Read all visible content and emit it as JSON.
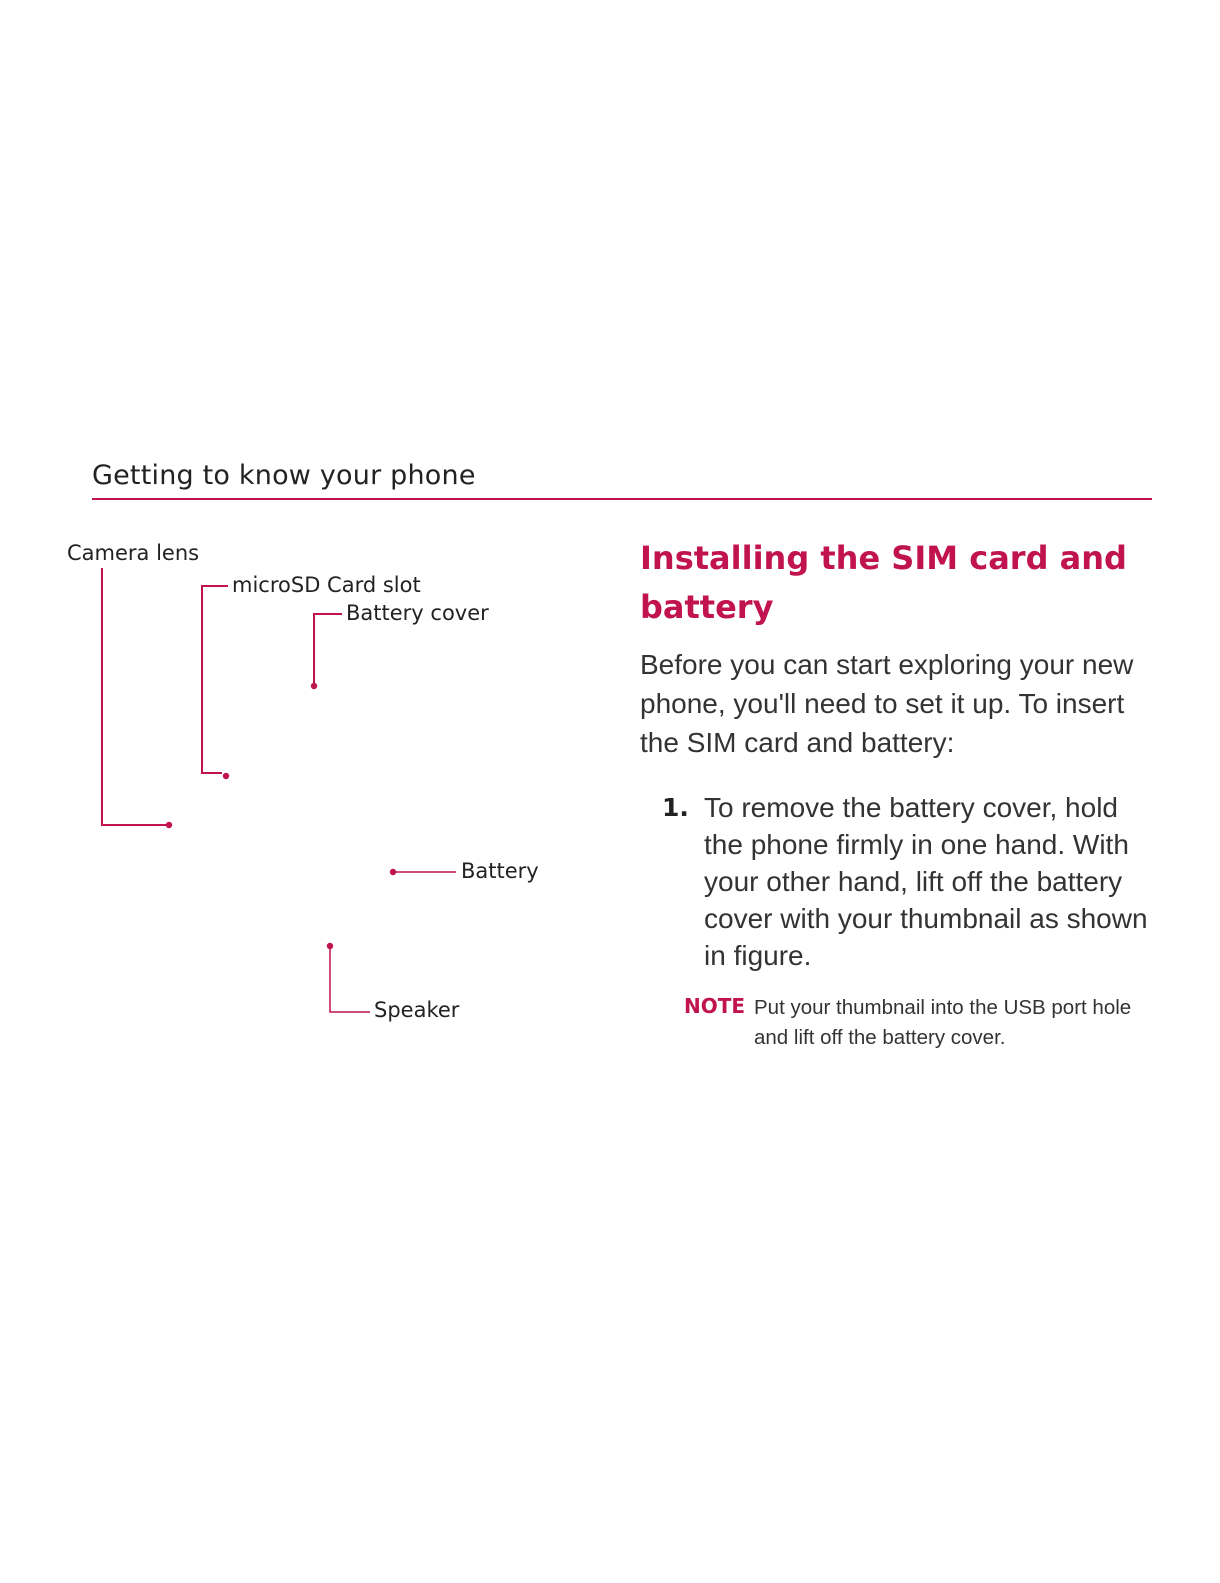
{
  "header": {
    "title": "Getting to know your phone"
  },
  "diagram": {
    "callouts": {
      "camera_lens": "Camera lens",
      "microsd_slot": "microSD Card slot",
      "battery_cover": "Battery cover",
      "battery": "Battery",
      "speaker": "Speaker"
    }
  },
  "section": {
    "heading": "Installing the SIM card and battery",
    "intro": "Before you can start exploring your new phone, you'll need to set it up. To insert the SIM card and battery:",
    "steps": [
      {
        "number": "1.",
        "text": "To remove the battery cover, hold the phone firmly in one hand. With your other hand, lift off the battery cover with your thumbnail as shown in figure."
      }
    ],
    "note": {
      "label": "NOTE",
      "text": "Put your thumbnail into the USB port hole and lift off the battery cover."
    }
  },
  "colors": {
    "accent": "#c0134f",
    "text": "#333333"
  }
}
